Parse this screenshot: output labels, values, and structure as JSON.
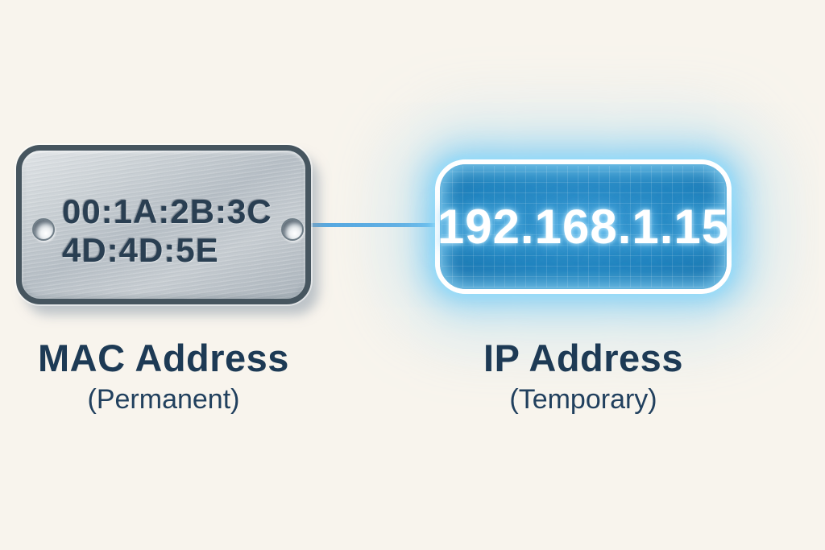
{
  "mac": {
    "value_line1": "00:1A:2B:3C",
    "value_line2": "4D:4D:5E",
    "label": "MAC Address",
    "sublabel": "(Permanent)"
  },
  "ip": {
    "value": "192.168.1.15",
    "label": "IP Address",
    "sublabel": "(Temporary)"
  },
  "colors": {
    "background": "#f8f4ed",
    "caption_text": "#1d3a55",
    "plate_text": "#2a3f52",
    "plate_border": "#46555f",
    "plate_metal": "#c0c8cd",
    "connector_line": "#58a9e1",
    "ip_box_fill": "#2285bf",
    "ip_box_border": "#ffffff",
    "ip_glow": "#7fd0f5",
    "ip_text": "#ffffff"
  }
}
